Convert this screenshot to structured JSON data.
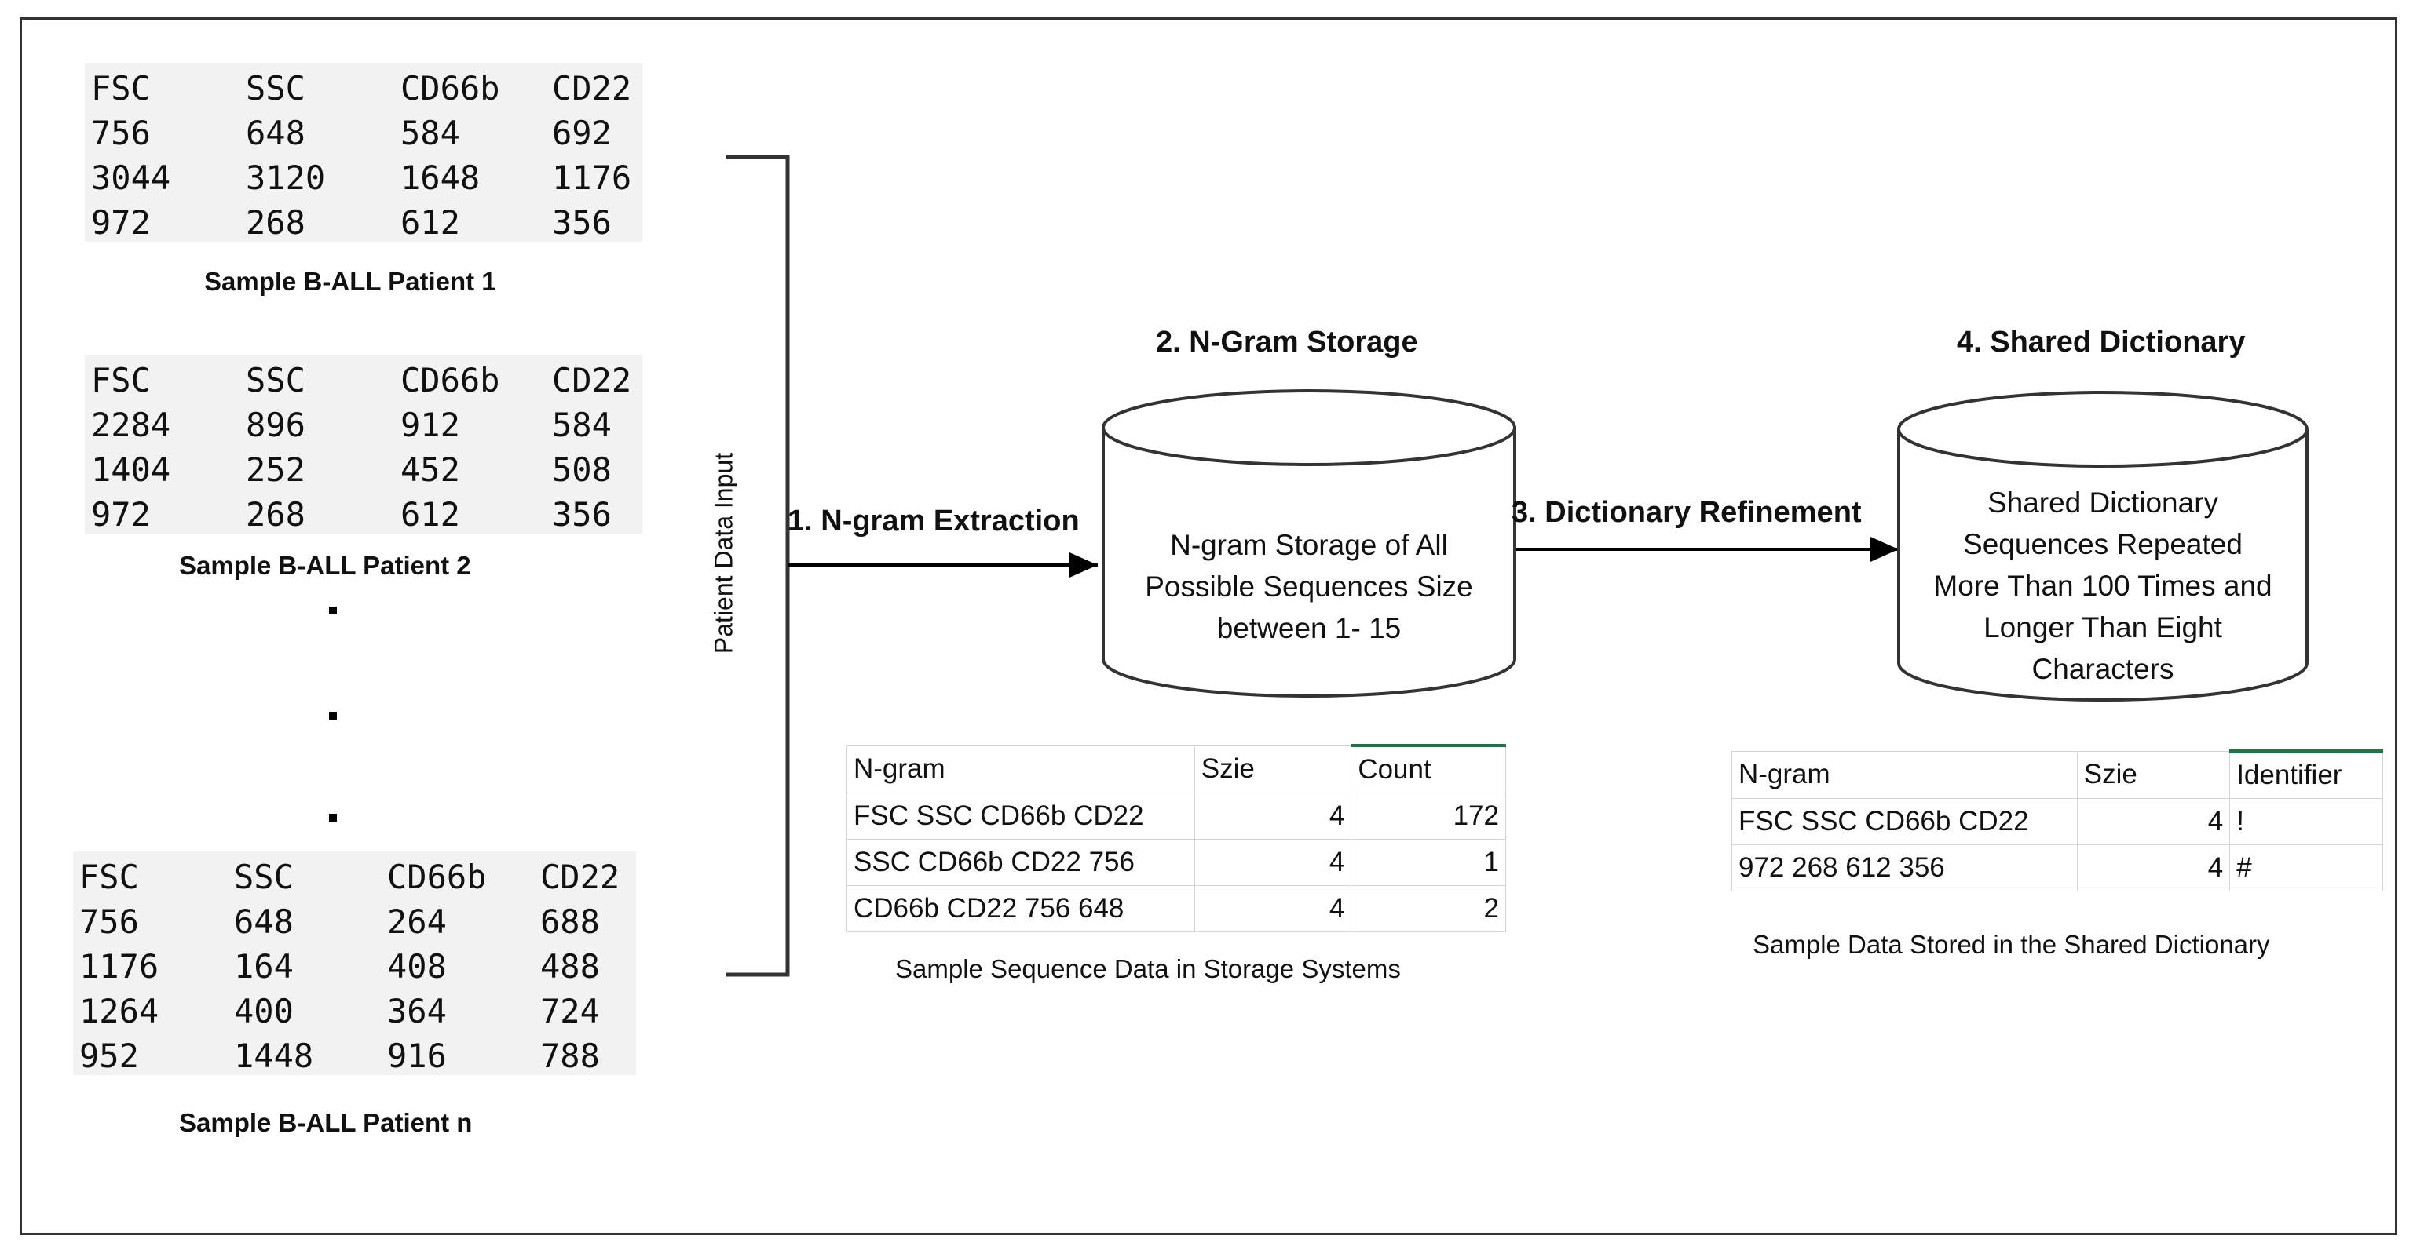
{
  "samples": [
    {
      "header": [
        "FSC",
        "SSC",
        "CD66b",
        "CD22"
      ],
      "rows": [
        [
          "756",
          "648",
          "584",
          "692"
        ],
        [
          "3044",
          "3120",
          "1648",
          "1176"
        ],
        [
          "972",
          "268",
          "612",
          "356"
        ]
      ],
      "caption": "Sample B-ALL Patient 1"
    },
    {
      "header": [
        "FSC",
        "SSC",
        "CD66b",
        "CD22"
      ],
      "rows": [
        [
          "2284",
          "896",
          "912",
          "584"
        ],
        [
          "1404",
          "252",
          "452",
          "508"
        ],
        [
          "972",
          "268",
          "612",
          "356"
        ]
      ],
      "caption": "Sample B-ALL Patient 2"
    },
    {
      "header": [
        "FSC",
        "SSC",
        "CD66b",
        "CD22"
      ],
      "rows": [
        [
          "756",
          "648",
          "264",
          "688"
        ],
        [
          "1176",
          "164",
          "408",
          "488"
        ],
        [
          "1264",
          "400",
          "364",
          "724"
        ],
        [
          "952",
          "1448",
          "916",
          "788"
        ]
      ],
      "caption": "Sample B-ALL Patient n"
    }
  ],
  "input_label": "Patient Data Input",
  "steps": {
    "extraction": "1. N-gram Extraction",
    "storage": "2. N-Gram Storage",
    "refinement": "3. Dictionary Refinement",
    "dictionary": "4. Shared Dictionary"
  },
  "storage_cylinder": {
    "lines": [
      "N-gram Storage of All",
      "Possible Sequences Size",
      "between 1- 15"
    ]
  },
  "dictionary_cylinder": {
    "lines": [
      "Shared Dictionary",
      "Sequences Repeated",
      "More Than 100 Times and",
      "Longer Than Eight",
      "Characters"
    ]
  },
  "storage_table": {
    "headers": [
      "N-gram",
      "Szie",
      "Count"
    ],
    "rows": [
      [
        "FSC SSC  CD66b CD22",
        "4",
        "172"
      ],
      [
        "SSC  CD66b CD22 756",
        "4",
        "1"
      ],
      [
        "CD66b CD22 756  648",
        "4",
        "2"
      ]
    ],
    "caption": "Sample Sequence Data in Storage Systems"
  },
  "dictionary_table": {
    "headers": [
      "N-gram",
      "Szie",
      "Identifier"
    ],
    "rows": [
      [
        "FSC SSC  CD66b CD22",
        "4",
        "!"
      ],
      [
        "972 268 612 356",
        "4",
        "#"
      ]
    ],
    "caption": "Sample Data Stored in the Shared Dictionary"
  }
}
